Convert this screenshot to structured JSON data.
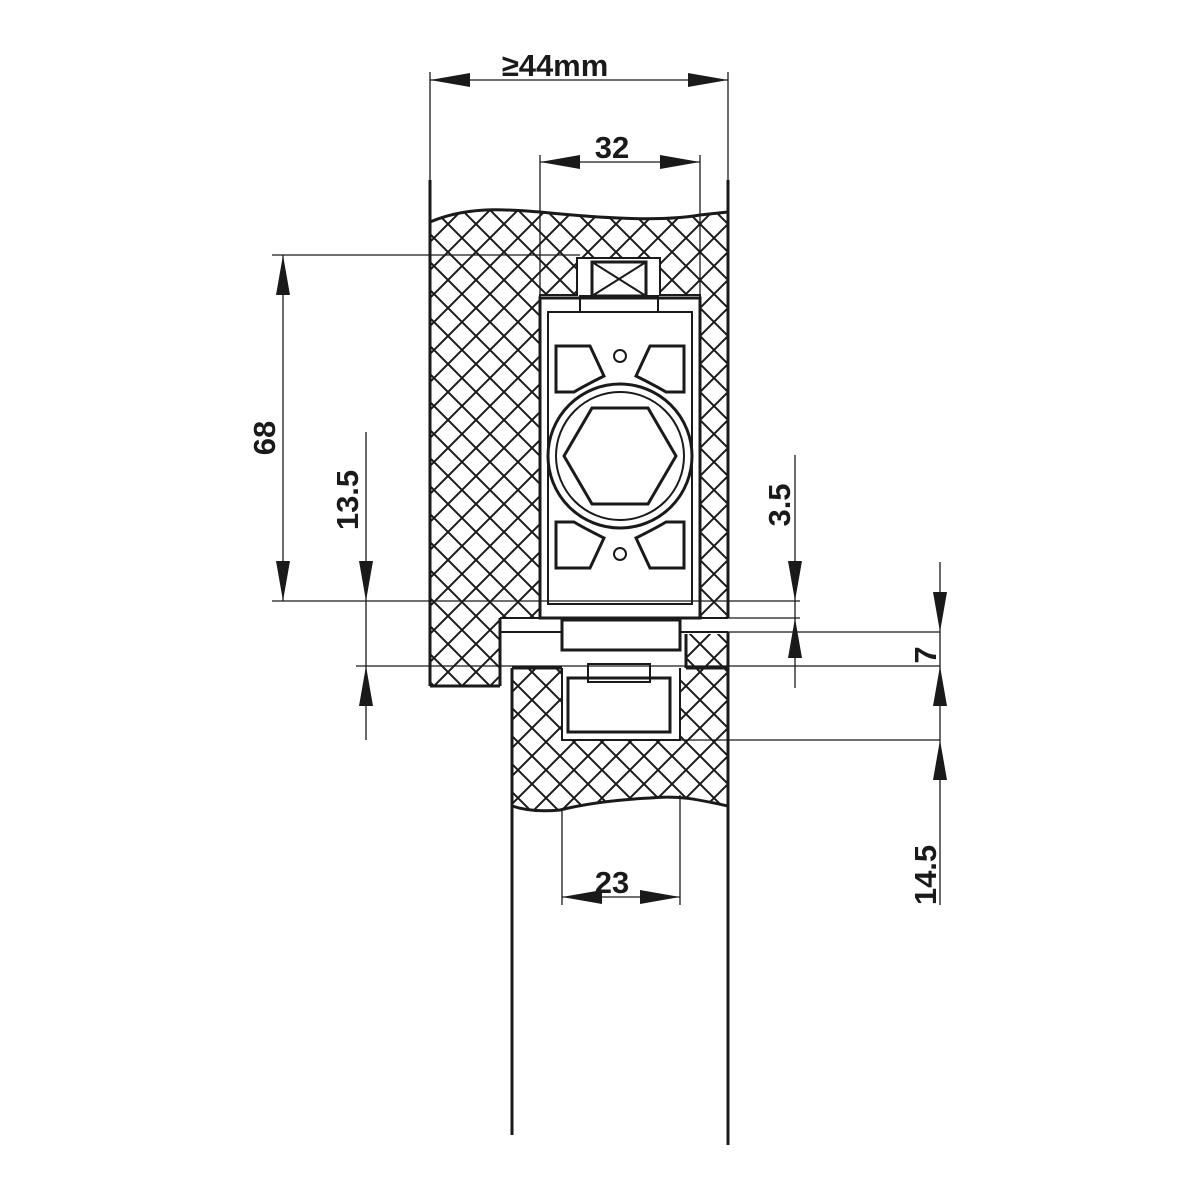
{
  "dimensions": {
    "door_thickness": "≥44mm",
    "top_width": "32",
    "height_68": "68",
    "offset_13_5": "13.5",
    "gap_3_5": "3.5",
    "gap_7": "7",
    "depth_14_5": "14.5",
    "bottom_width": "23"
  },
  "colors": {
    "line": "#1a1a1a",
    "background": "#ffffff"
  }
}
